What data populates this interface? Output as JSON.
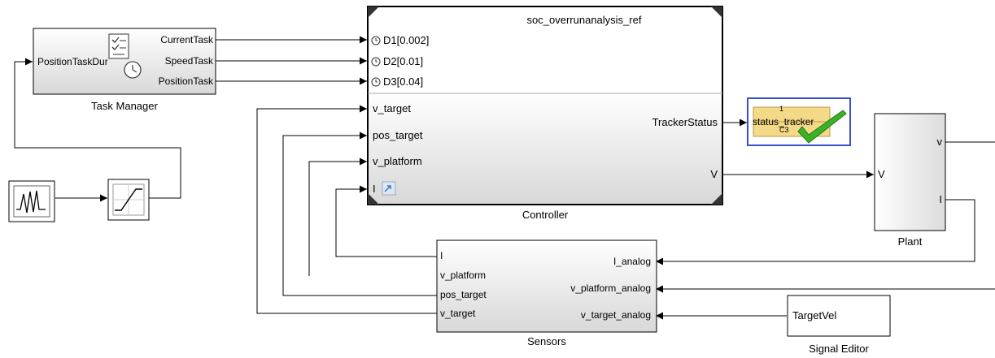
{
  "task_manager": {
    "name": "Task Manager",
    "in_port": "PositionTaskDur",
    "out_ports": [
      "CurrentTask",
      "SpeedTask",
      "PositionTask"
    ]
  },
  "controller": {
    "name": "Controller",
    "title": "soc_overrunanalysis_ref",
    "event_ports": [
      "D1[0.002]",
      "D2[0.01]",
      "D3[0.04]"
    ],
    "in_ports": [
      "v_target",
      "pos_target",
      "v_platform",
      "I"
    ],
    "out_ports": [
      "TrackerStatus",
      "V"
    ]
  },
  "status_tracker": {
    "label": "status_tracker",
    "row1": "1",
    "row2": "C3"
  },
  "plant": {
    "name": "Plant",
    "in_port": "V",
    "out_ports": [
      "v",
      "I"
    ]
  },
  "sensors": {
    "name": "Sensors",
    "in_ports": [
      "I",
      "v_platform",
      "pos_target",
      "v_target"
    ],
    "out_ports": [
      "I_analog",
      "v_platform_analog",
      "v_target_analog"
    ]
  },
  "signal_editor": {
    "name": "Signal Editor",
    "value": "TargetVel"
  },
  "colors": {
    "line": "#000000",
    "block_border": "#000000",
    "tracker_border": "#3a50c8",
    "tracker_fill": "#f4d988",
    "check": "#3db028"
  },
  "icons": [
    "scope-signal-icon",
    "saturation-icon",
    "task-manager-icon",
    "clock-icon",
    "event-clock-icon",
    "subsystem-link-icon",
    "checkmark-icon"
  ]
}
